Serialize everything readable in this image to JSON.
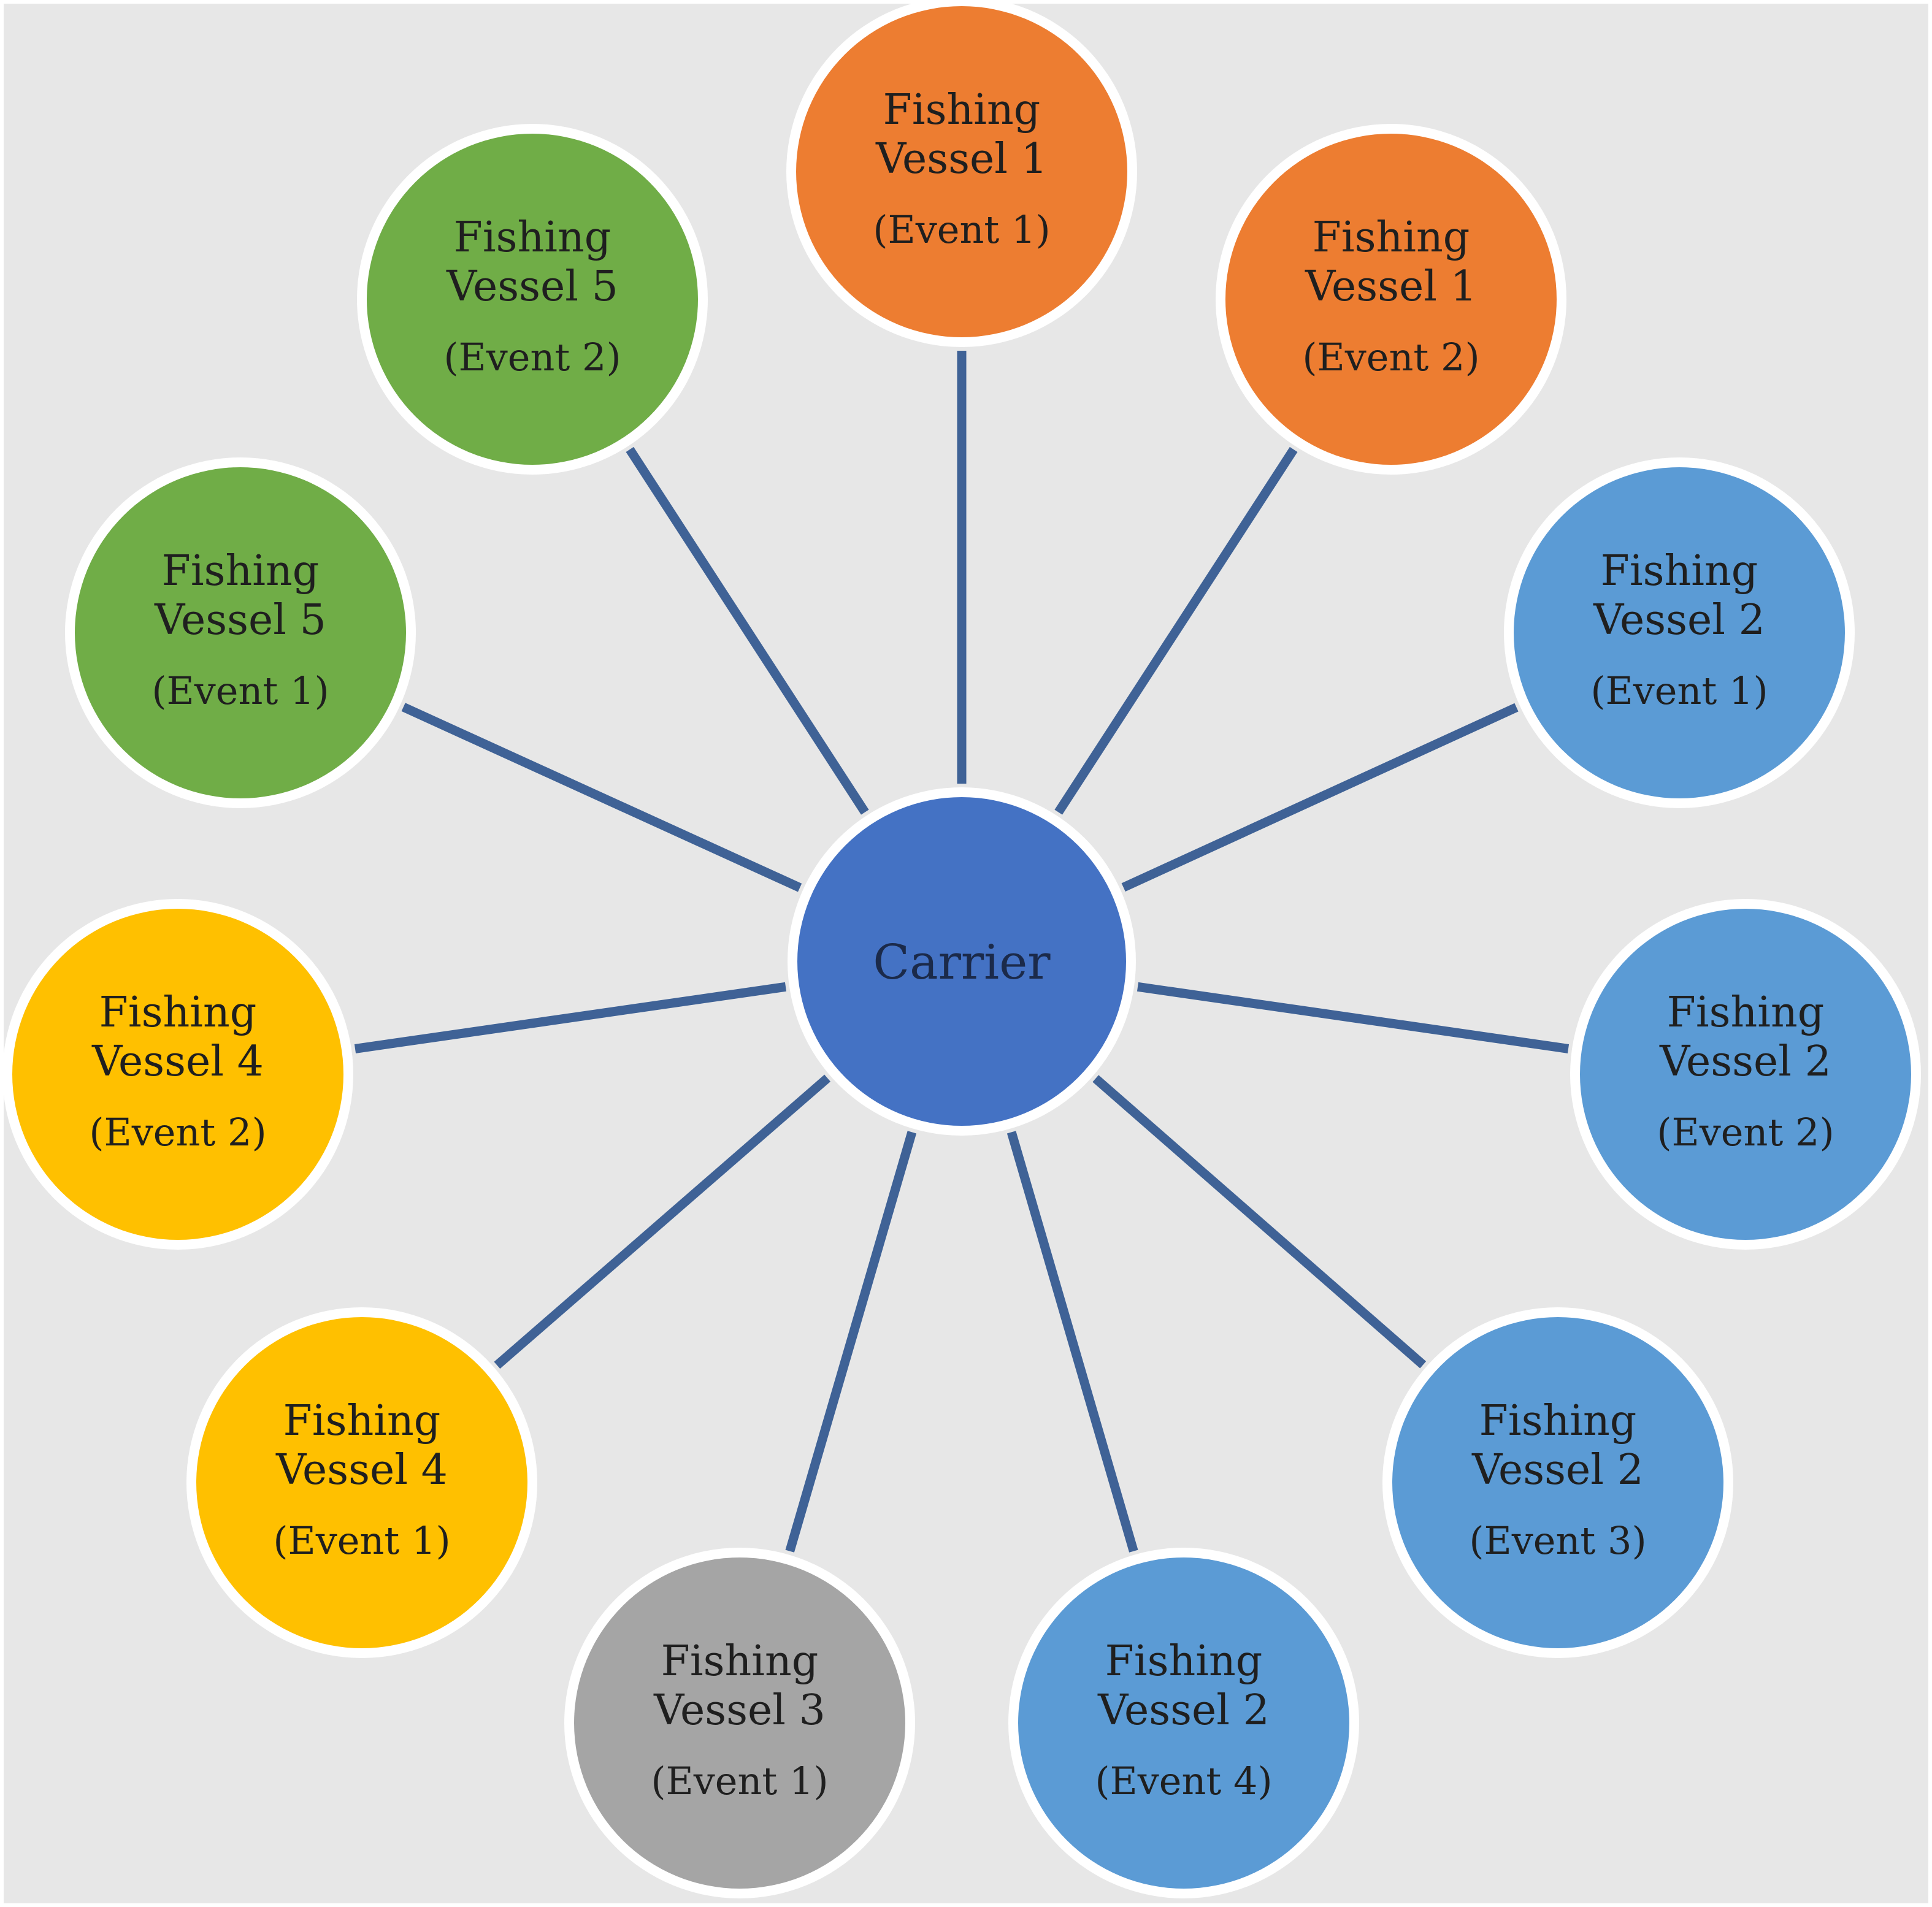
{
  "diagram": {
    "type": "hub-and-spoke",
    "colors": {
      "background": "#e7e7e7",
      "spoke": "#3f6296",
      "ring": "#ffffff",
      "text": "#1f1f1f",
      "center_text": "#1b2a4a"
    },
    "center": {
      "id": "carrier",
      "label": "Carrier",
      "color": "#4472c4"
    },
    "nodes": [
      {
        "id": "fv1-e1",
        "line1": "Fishing",
        "line2": "Vessel 1",
        "line3": "(Event 1)",
        "color": "#ed7d31"
      },
      {
        "id": "fv1-e2",
        "line1": "Fishing",
        "line2": "Vessel 1",
        "line3": "(Event 2)",
        "color": "#ed7d31"
      },
      {
        "id": "fv2-e1",
        "line1": "Fishing",
        "line2": "Vessel 2",
        "line3": "(Event 1)",
        "color": "#5b9bd5"
      },
      {
        "id": "fv2-e2",
        "line1": "Fishing",
        "line2": "Vessel 2",
        "line3": "(Event 2)",
        "color": "#5b9bd5"
      },
      {
        "id": "fv2-e3",
        "line1": "Fishing",
        "line2": "Vessel 2",
        "line3": "(Event 3)",
        "color": "#5b9bd5"
      },
      {
        "id": "fv2-e4",
        "line1": "Fishing",
        "line2": "Vessel 2",
        "line3": "(Event 4)",
        "color": "#5b9bd5"
      },
      {
        "id": "fv3-e1",
        "line1": "Fishing",
        "line2": "Vessel 3",
        "line3": "(Event 1)",
        "color": "#a5a5a5"
      },
      {
        "id": "fv4-e1",
        "line1": "Fishing",
        "line2": "Vessel 4",
        "line3": "(Event 1)",
        "color": "#ffc000"
      },
      {
        "id": "fv4-e2",
        "line1": "Fishing",
        "line2": "Vessel 4",
        "line3": "(Event 2)",
        "color": "#ffc000"
      },
      {
        "id": "fv5-e1",
        "line1": "Fishing",
        "line2": "Vessel 5",
        "line3": "(Event 1)",
        "color": "#70ad47"
      },
      {
        "id": "fv5-e2",
        "line1": "Fishing",
        "line2": "Vessel 5",
        "line3": "(Event 2)",
        "color": "#70ad47"
      }
    ],
    "edges": [
      {
        "from": "carrier",
        "to": "fv1-e1"
      },
      {
        "from": "carrier",
        "to": "fv1-e2"
      },
      {
        "from": "carrier",
        "to": "fv2-e1"
      },
      {
        "from": "carrier",
        "to": "fv2-e2"
      },
      {
        "from": "carrier",
        "to": "fv2-e3"
      },
      {
        "from": "carrier",
        "to": "fv2-e4"
      },
      {
        "from": "carrier",
        "to": "fv3-e1"
      },
      {
        "from": "carrier",
        "to": "fv4-e1"
      },
      {
        "from": "carrier",
        "to": "fv4-e2"
      },
      {
        "from": "carrier",
        "to": "fv5-e1"
      },
      {
        "from": "carrier",
        "to": "fv5-e2"
      }
    ]
  }
}
